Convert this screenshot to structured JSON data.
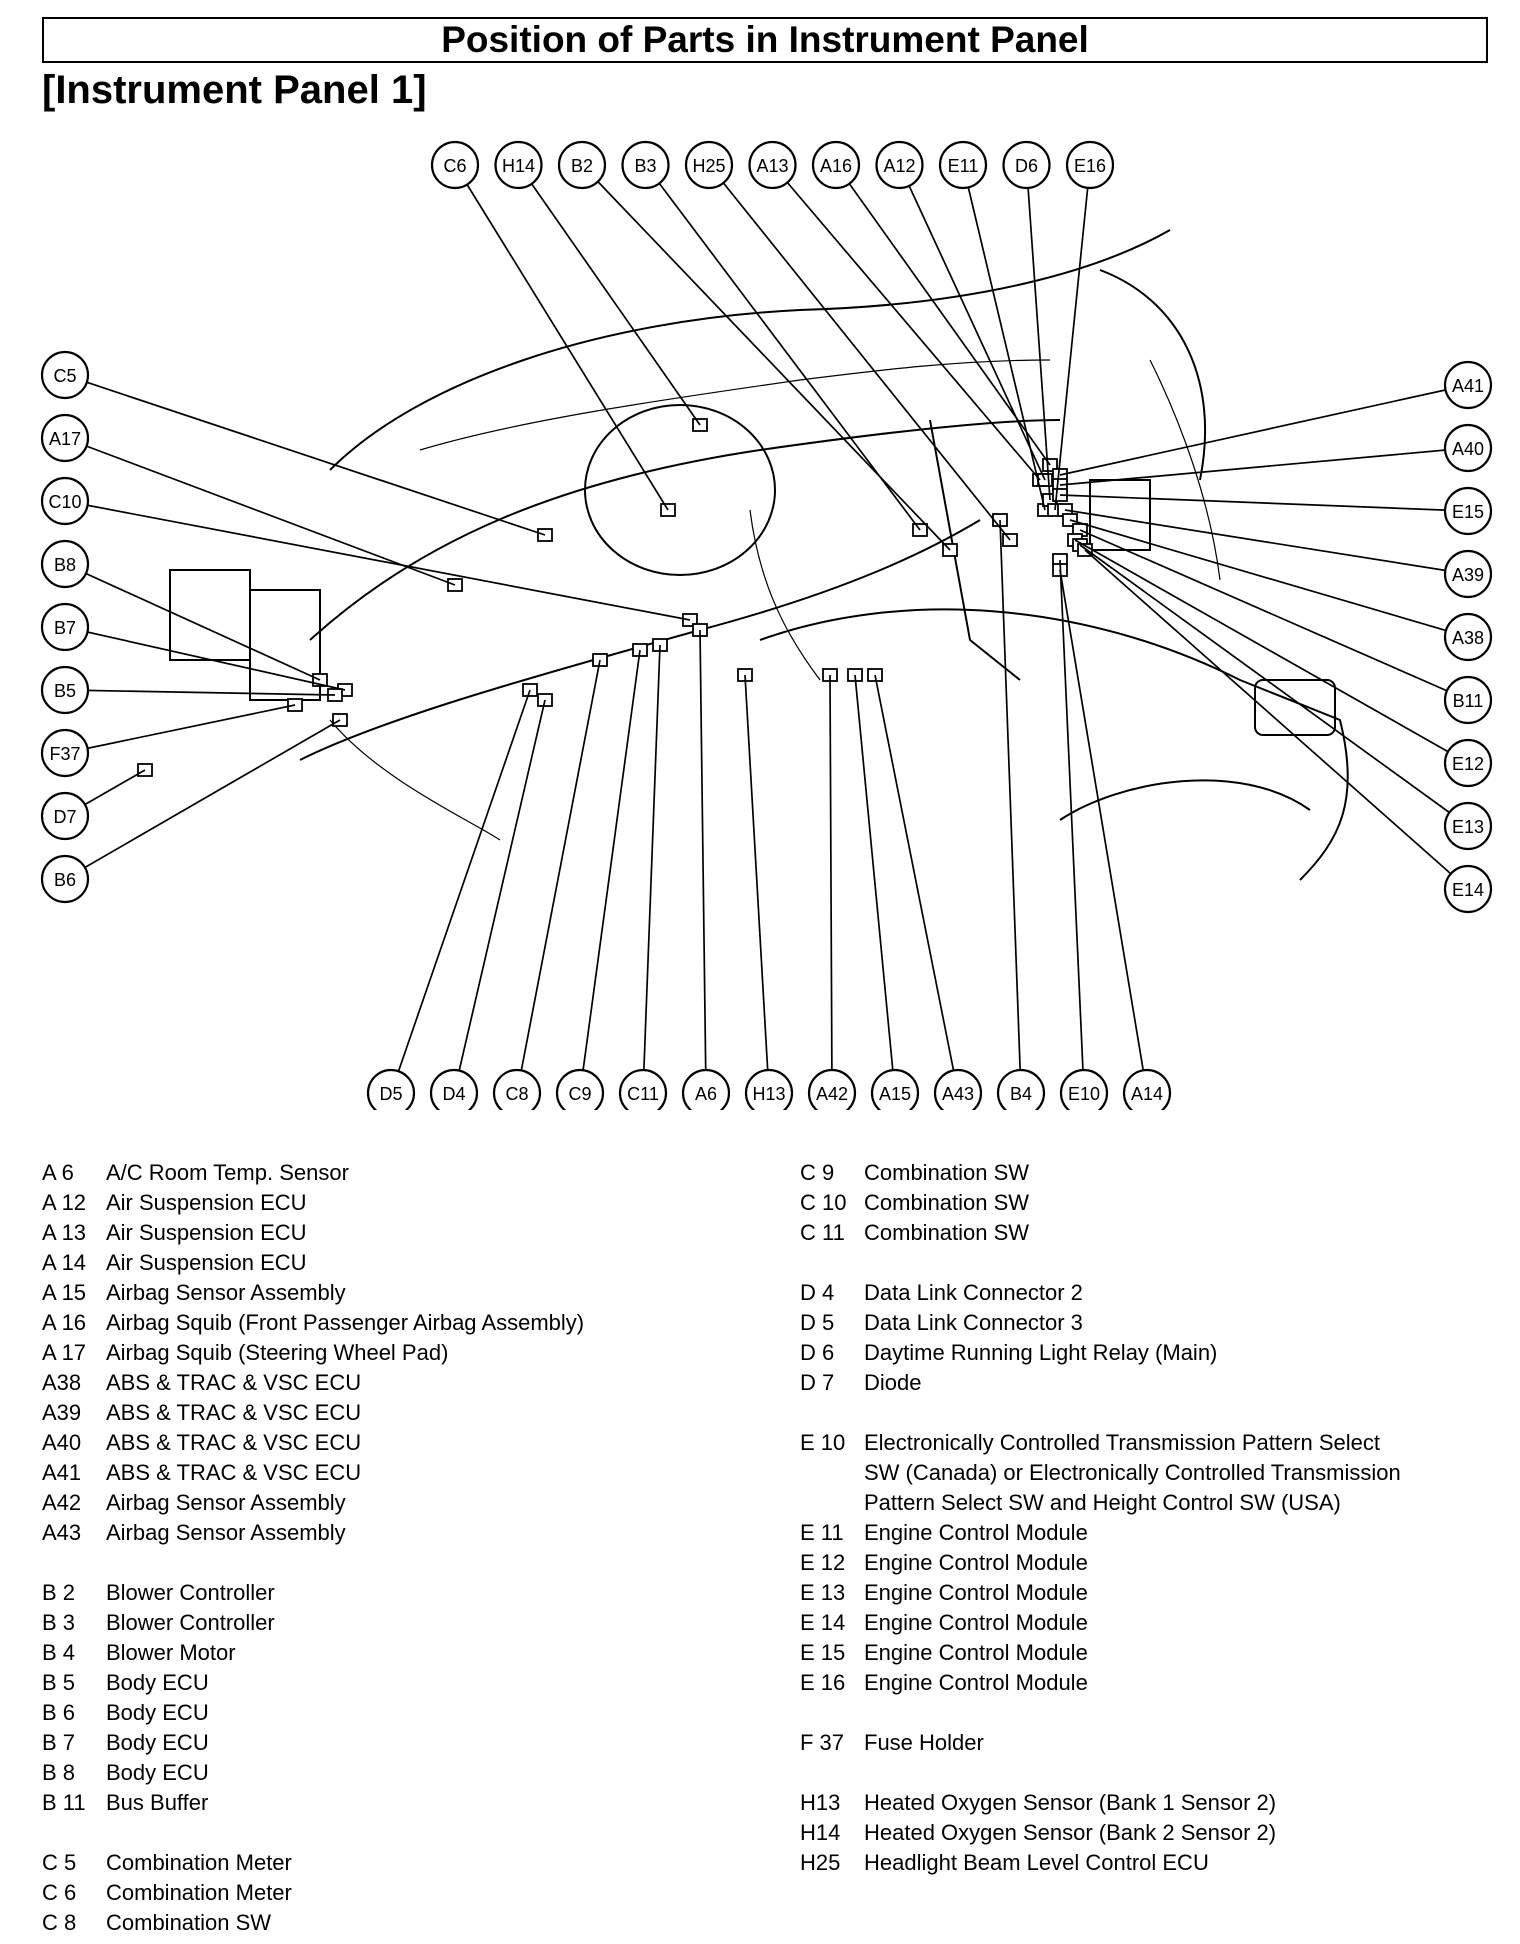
{
  "header": {
    "title": "Position of Parts in Instrument Panel",
    "subtitle": "[Instrument Panel 1]"
  },
  "diagram": {
    "top_labels": [
      "C6",
      "H14",
      "B2",
      "B3",
      "H25",
      "A13",
      "A16",
      "A12",
      "E11",
      "D6",
      "E16"
    ],
    "left_labels": [
      "C5",
      "A17",
      "C10",
      "B8",
      "B7",
      "B5",
      "F37",
      "D7",
      "B6"
    ],
    "right_labels": [
      "A41",
      "A40",
      "E15",
      "A39",
      "A38",
      "B11",
      "E12",
      "E13",
      "E14"
    ],
    "bottom_labels": [
      "D5",
      "D4",
      "C8",
      "C9",
      "C11",
      "A6",
      "H13",
      "A42",
      "A15",
      "A43",
      "B4",
      "E10",
      "A14"
    ]
  },
  "legend": {
    "left": [
      {
        "code": "A  6",
        "desc": "A/C Room Temp. Sensor"
      },
      {
        "code": "A 12",
        "desc": "Air Suspension ECU"
      },
      {
        "code": "A 13",
        "desc": "Air Suspension ECU"
      },
      {
        "code": "A 14",
        "desc": "Air Suspension ECU"
      },
      {
        "code": "A 15",
        "desc": "Airbag Sensor Assembly"
      },
      {
        "code": "A 16",
        "desc": "Airbag Squib (Front Passenger Airbag Assembly)"
      },
      {
        "code": "A 17",
        "desc": "Airbag Squib (Steering Wheel Pad)"
      },
      {
        "code": "A38",
        "desc": "ABS & TRAC & VSC ECU"
      },
      {
        "code": "A39",
        "desc": "ABS & TRAC & VSC ECU"
      },
      {
        "code": "A40",
        "desc": "ABS & TRAC & VSC ECU"
      },
      {
        "code": "A41",
        "desc": "ABS & TRAC & VSC ECU"
      },
      {
        "code": "A42",
        "desc": "Airbag Sensor Assembly"
      },
      {
        "code": "A43",
        "desc": "Airbag Sensor Assembly"
      },
      {
        "gap": true
      },
      {
        "code": "B  2",
        "desc": "Blower Controller"
      },
      {
        "code": "B  3",
        "desc": "Blower Controller"
      },
      {
        "code": "B  4",
        "desc": "Blower Motor"
      },
      {
        "code": "B  5",
        "desc": "Body ECU"
      },
      {
        "code": "B  6",
        "desc": "Body ECU"
      },
      {
        "code": "B  7",
        "desc": "Body ECU"
      },
      {
        "code": "B  8",
        "desc": "Body ECU"
      },
      {
        "code": "B 11",
        "desc": "Bus Buffer"
      },
      {
        "gap": true
      },
      {
        "code": "C  5",
        "desc": "Combination Meter"
      },
      {
        "code": "C  6",
        "desc": "Combination Meter"
      },
      {
        "code": "C  8",
        "desc": "Combination SW"
      }
    ],
    "right": [
      {
        "code": "C  9",
        "desc": "Combination SW"
      },
      {
        "code": "C 10",
        "desc": "Combination SW"
      },
      {
        "code": "C 11",
        "desc": "Combination SW"
      },
      {
        "gap": true
      },
      {
        "code": "D  4",
        "desc": "Data Link Connector 2"
      },
      {
        "code": "D  5",
        "desc": "Data Link Connector 3"
      },
      {
        "code": "D  6",
        "desc": "Daytime Running Light Relay (Main)"
      },
      {
        "code": "D  7",
        "desc": "Diode"
      },
      {
        "gap": true
      },
      {
        "code": "E 10",
        "desc": "Electronically Controlled Transmission Pattern Select"
      },
      {
        "code": "",
        "desc": "SW (Canada) or Electronically Controlled Transmission"
      },
      {
        "code": "",
        "desc": "Pattern Select SW and Height Control SW (USA)"
      },
      {
        "code": "E 11",
        "desc": "Engine Control Module"
      },
      {
        "code": "E 12",
        "desc": "Engine Control Module"
      },
      {
        "code": "E 13",
        "desc": "Engine Control Module"
      },
      {
        "code": "E 14",
        "desc": "Engine Control Module"
      },
      {
        "code": "E 15",
        "desc": "Engine Control Module"
      },
      {
        "code": "E 16",
        "desc": "Engine Control Module"
      },
      {
        "gap": true
      },
      {
        "code": "F 37",
        "desc": "Fuse Holder"
      },
      {
        "gap": true
      },
      {
        "code": "H13",
        "desc": "Heated Oxygen Sensor (Bank 1 Sensor 2)"
      },
      {
        "code": "H14",
        "desc": "Heated Oxygen Sensor (Bank 2 Sensor 2)"
      },
      {
        "code": "H25",
        "desc": "Headlight Beam Level Control ECU"
      }
    ]
  }
}
